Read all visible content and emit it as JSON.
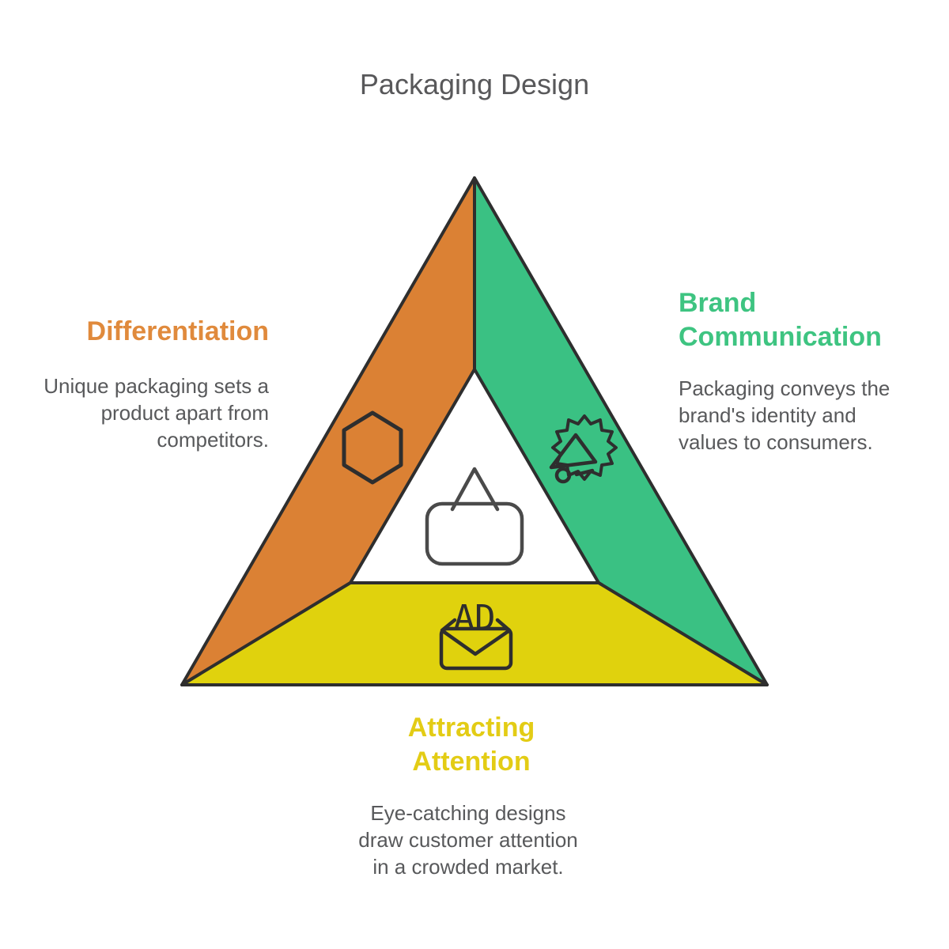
{
  "title": "Packaging Design",
  "colors": {
    "differentiation_fill": "#DB8134",
    "differentiation_heading": "#E08A3C",
    "brand_communication_fill": "#3AC183",
    "brand_communication_heading": "#3EC481",
    "attracting_attention_fill": "#E0D20D",
    "attracting_attention_heading": "#E3CC15",
    "outline": "#2E2E2E",
    "body_text": "#58595B",
    "title_text": "#58585A"
  },
  "sections": [
    {
      "label": "Differentiation",
      "description": "Unique packaging sets a product apart from competitors.",
      "icon": "hexagon-icon",
      "position": "left"
    },
    {
      "label": "Brand Communication",
      "description": "Packaging conveys the brand's identity and values to consumers.",
      "icon": "megaphone-starburst-icon",
      "position": "right"
    },
    {
      "label": "Attracting Attention",
      "description": "Eye-catching designs draw customer attention in a crowded market.",
      "icon": "ad-envelope-icon",
      "icon_label": "AD",
      "position": "bottom"
    }
  ],
  "center_icon": "hanging-sign-icon"
}
